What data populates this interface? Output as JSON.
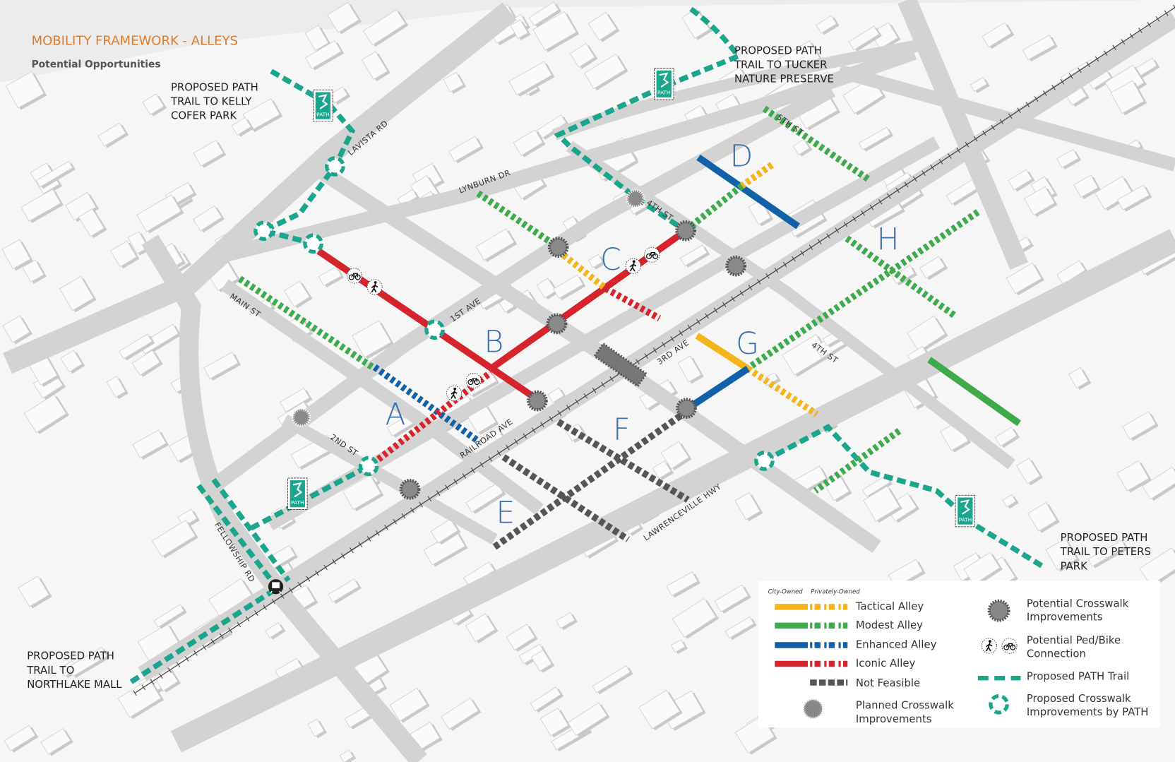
{
  "title": "MOBILITY FRAMEWORK - ALLEYS",
  "subtitle": "Potential Opportunities",
  "annotations": {
    "kelly": [
      "PROPOSED PATH",
      "TRAIL TO KELLY",
      "COFER PARK"
    ],
    "tucker": [
      "PROPOSED PATH",
      "TRAIL TO TUCKER",
      "NATURE PRESERVE"
    ],
    "peters": [
      "PROPOSED PATH",
      "TRAIL TO PETERS",
      "PARK"
    ],
    "northlake": [
      "PROPOSED PATH",
      "TRAIL TO",
      "NORTHLAKE MALL"
    ]
  },
  "streets": {
    "lavista": "LAVISTA RD",
    "lynburn": "LYNBURN DR",
    "fourth_a": "4TH ST",
    "fifth": "5TH ST",
    "main": "MAIN ST",
    "first_ave": "1ST AVE",
    "second": "2ND ST",
    "railroad": "RAILROAD AVE",
    "third_ave": "3RD AVE",
    "fourth_b": "4TH ST",
    "lawrenceville": "LAWRENCEVILLE HWY",
    "fellowship": "FELLOWSHIP RD"
  },
  "alley_letters": {
    "A": "A",
    "B": "B",
    "C": "C",
    "D": "D",
    "E": "E",
    "F": "F",
    "G": "G",
    "H": "H"
  },
  "path_logo_text": "PATH",
  "colors": {
    "tactical": "#f6b41b",
    "modest": "#3dab4b",
    "enhanced": "#1061a8",
    "iconic": "#d6242c",
    "not_feasible": "#555555",
    "path_trail": "#1ba58c",
    "title": "#e07b2a"
  },
  "legend": {
    "city_owned": "City-Owned",
    "privately_owned": "Privately-Owned",
    "tactical": "Tactical Alley",
    "modest": "Modest Alley",
    "enhanced": "Enhanced Alley",
    "iconic": "Iconic Alley",
    "not_feasible": "Not Feasible",
    "planned": [
      "Planned Crosswalk",
      "Improvements"
    ],
    "potential_crosswalk": [
      "Potential Crosswalk",
      "Improvements"
    ],
    "ped_bike": [
      "Potential Ped/Bike",
      "Connection"
    ],
    "path_trail": "Proposed PATH Trail",
    "path_crosswalk": [
      "Proposed Crosswalk",
      "Improvements by PATH"
    ]
  }
}
